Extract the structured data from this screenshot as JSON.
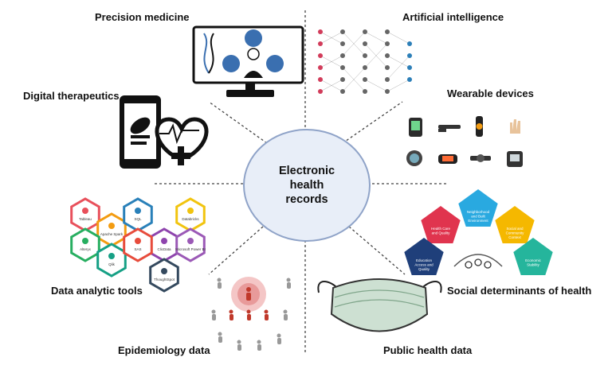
{
  "center": {
    "title": "Electronic health records"
  },
  "labels": {
    "precision_medicine": "Precision medicine",
    "artificial_intelligence": "Artificial intelligence",
    "digital_therapeutics": "Digital therapeutics",
    "wearable_devices": "Wearable devices",
    "data_analytic_tools": "Data analytic tools",
    "social_determinants": "Social determinants of health",
    "epidemiology_data": "Epidemiology data",
    "public_health_data": "Public health data"
  },
  "analytic_tools": [
    "Tableau",
    "Apache Spark",
    "SQL",
    "Databricks",
    "Alteryx",
    "Qlik",
    "ClicData",
    "Microsoft Power BI",
    "SAS",
    "ThoughtSpot"
  ],
  "social_determinants": [
    "Health Care and Quality",
    "Neighborhood and Built Environment",
    "Social and Community Context",
    "Education Access and Quality",
    "Economic Stability"
  ],
  "colors": {
    "center_fill": "#e8eef8",
    "center_border": "#8fa3c8",
    "dash": "#444444",
    "epi_highlight": "#c0392b"
  }
}
